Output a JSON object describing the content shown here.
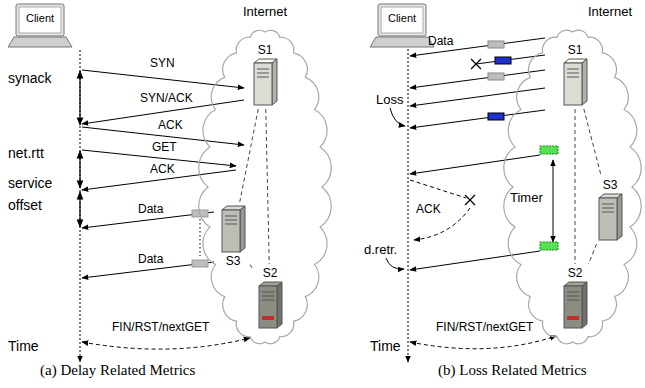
{
  "diagram": {
    "nodes": [
      {
        "text": [
          "Client"
        ]
      },
      {
        "text": [
          "Internet"
        ]
      },
      {
        "text": [
          "S1"
        ],
        "in": 1
      },
      {
        "text": [
          "S3"
        ],
        "in": 1
      },
      {
        "text": [
          "S2"
        ],
        "in": 1
      },
      {
        "text": [
          "Client"
        ]
      },
      {
        "text": [
          "Internet"
        ]
      },
      {
        "text": [
          "S1"
        ],
        "in": 6
      },
      {
        "text": [
          "S3"
        ],
        "in": 6
      },
      {
        "text": [
          "S2"
        ],
        "in": 6
      }
    ],
    "edges": [
      {
        "from": 2,
        "to": 3,
        "arrow": "none"
      },
      {
        "from": 2,
        "to": 4,
        "arrow": "none"
      },
      {
        "from": 3,
        "to": 4,
        "arrow": "none"
      },
      {
        "from": 7,
        "to": 8,
        "arrow": "none"
      },
      {
        "from": 7,
        "to": 9,
        "arrow": "none"
      },
      {
        "from": 8,
        "to": 9,
        "arrow": "none"
      }
    ],
    "labels": [
      "synack",
      "SYN",
      "SYN/ACK",
      "ACK",
      "net.rtt",
      "GET",
      "ACK",
      "service offset",
      "Data",
      "Data",
      "FIN/RST/nextGET",
      "Time",
      "(a) Delay Related Metrics",
      "Data",
      "Loss",
      "ACK",
      "Timer",
      "d.retr.",
      "FIN/RST/nextGET",
      "Time",
      "(b) Loss Related Metrics"
    ]
  }
}
